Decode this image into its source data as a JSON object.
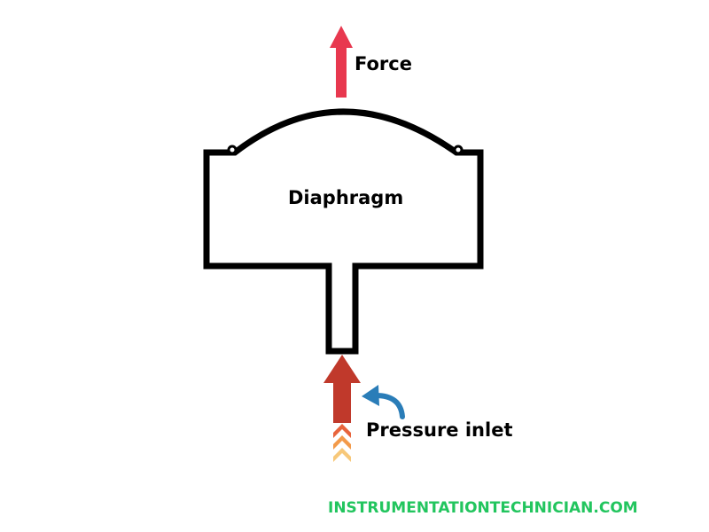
{
  "labels": {
    "force": "Force",
    "diaphragm": "Diaphragm",
    "pressure_inlet": "Pressure inlet"
  },
  "watermark": {
    "text": "INSTRUMENTATIONTECHNICIAN.COM"
  },
  "colors": {
    "outline": "#000000",
    "force_arrow": "#e8384f",
    "pressure_arrow": "#c0392b",
    "pressure_chevron_1": "#e8643c",
    "pressure_chevron_2": "#f39a4a",
    "pressure_chevron_3": "#f7c87a",
    "blue_arrow": "#2a7db8",
    "watermark": "#22c55e"
  }
}
